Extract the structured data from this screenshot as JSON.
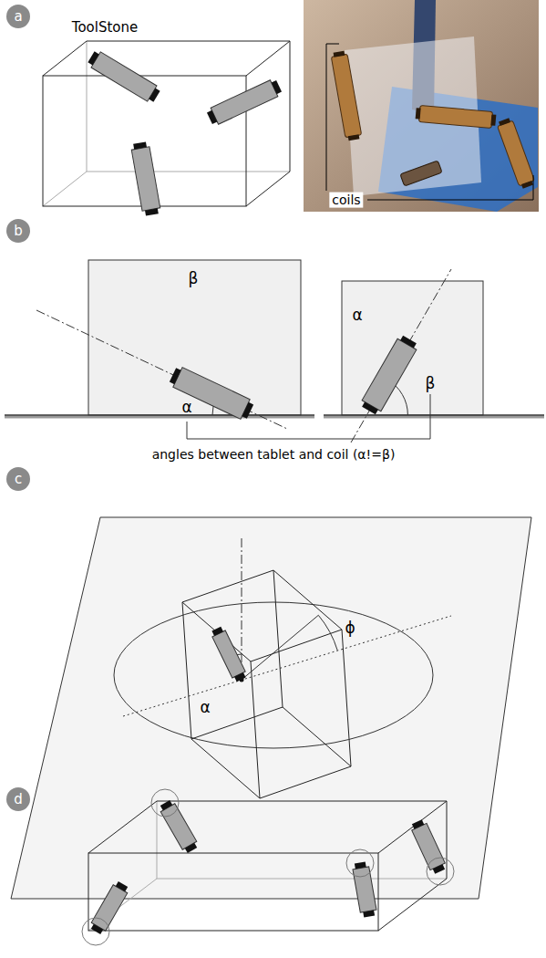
{
  "diagram": {
    "nodes": [
      {
        "text": [
          "a"
        ]
      },
      {
        "text": [
          "b"
        ]
      },
      {
        "text": [
          "c"
        ]
      },
      {
        "text": [
          "d"
        ]
      }
    ],
    "labels": [
      "ToolStone",
      "coils",
      "β",
      "α",
      "α",
      "β",
      "angles between tablet and coil (α!=β)",
      "α",
      "ϕ"
    ]
  }
}
